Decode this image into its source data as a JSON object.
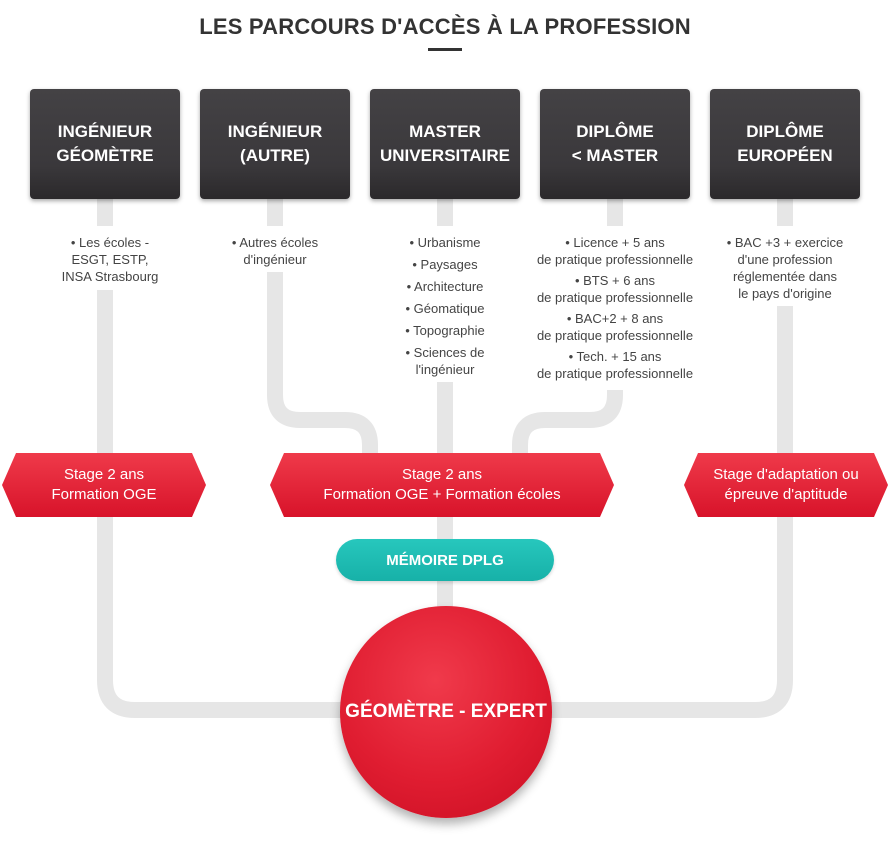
{
  "title": "LES PARCOURS D'ACCÈS À LA PROFESSION",
  "colors": {
    "dark_box": "#3a383b",
    "stage_red": "#e01d31",
    "teal": "#1fbdb3",
    "connector": "#e6e6e6"
  },
  "routes": [
    {
      "label": "INGÉNIEUR\nGÉOMÈTRE",
      "bullets": [
        "• Les écoles -\nESGT, ESTP,\nINSA Strasbourg"
      ]
    },
    {
      "label": "INGÉNIEUR\n(AUTRE)",
      "bullets": [
        "• Autres écoles\nd'ingénieur"
      ]
    },
    {
      "label": "MASTER\nUNIVERSITAIRE",
      "bullets": [
        "• Urbanisme",
        "• Paysages",
        "• Architecture",
        "• Géomatique",
        "• Topographie",
        "• Sciences de\nl'ingénieur"
      ]
    },
    {
      "label": "DIPLÔME\n< MASTER",
      "bullets": [
        "• Licence + 5 ans\nde pratique professionnelle",
        "• BTS + 6 ans\nde pratique professionnelle",
        "• BAC+2 + 8 ans\nde pratique professionnelle",
        "• Tech. + 15 ans\nde pratique professionnelle"
      ]
    },
    {
      "label": "DIPLÔME\nEUROPÉEN",
      "bullets": [
        "• BAC +3 + exercice\nd'une profession\nréglementée dans\nle pays d'origine"
      ]
    }
  ],
  "stages": [
    "Stage 2 ans\nFormation OGE",
    "Stage 2 ans\nFormation OGE + Formation écoles",
    "Stage d'adaptation ou\népreuve d'aptitude"
  ],
  "memoire": "MÉMOIRE DPLG",
  "result": "GÉOMÈTRE - EXPERT"
}
